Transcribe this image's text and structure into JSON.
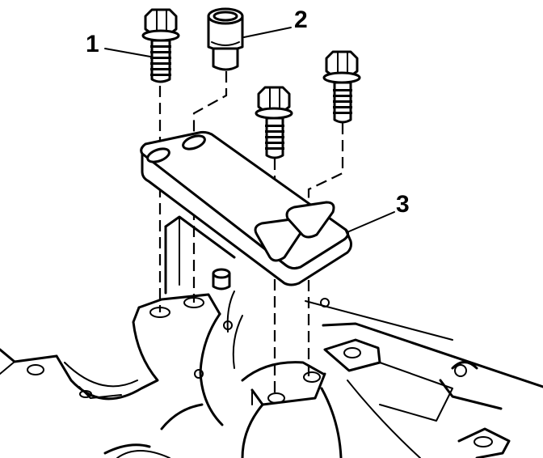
{
  "callouts": [
    {
      "id": "1",
      "label": "1"
    },
    {
      "id": "2",
      "label": "2"
    },
    {
      "id": "3",
      "label": "3"
    }
  ],
  "parts": [
    {
      "callout": "1",
      "icon": "bolt-icon"
    },
    {
      "callout": "2",
      "icon": "dowel-sleeve-icon"
    },
    {
      "callout": "3",
      "icon": "bearing-cap-plate-icon"
    }
  ],
  "colors": {
    "line": "#000000",
    "background": "#ffffff"
  }
}
